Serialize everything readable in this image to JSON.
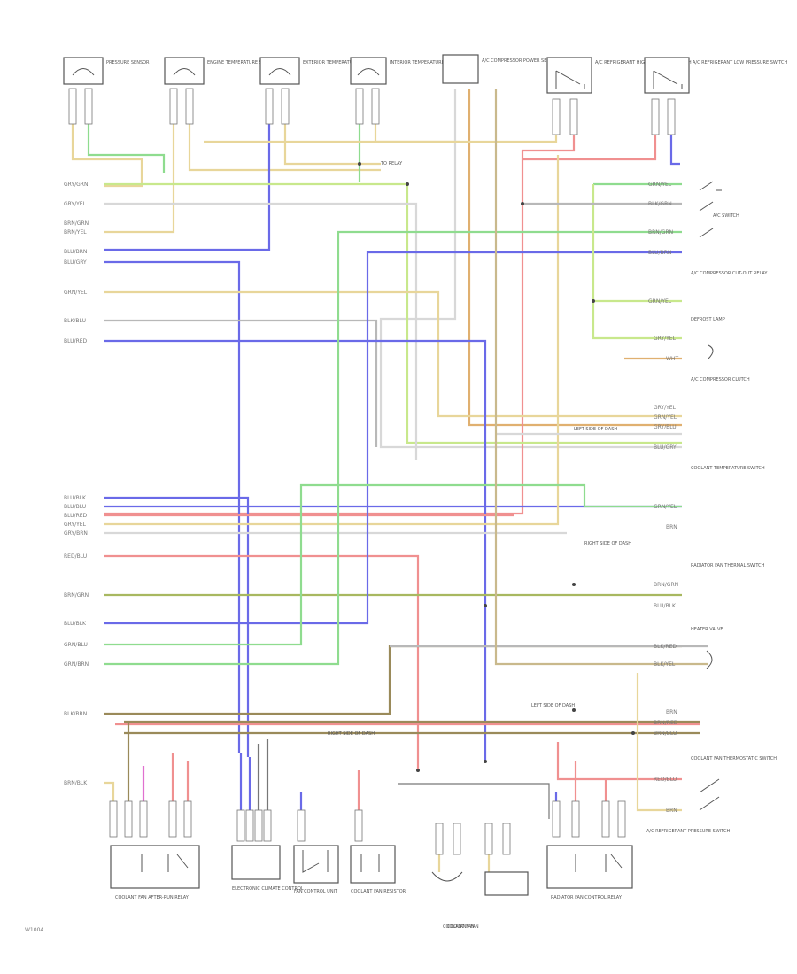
{
  "footer_code": "W1004",
  "colors": {
    "yellow": "#e8d69a",
    "tan": "#c9b98c",
    "green": "#8fdc8f",
    "light_green": "#c8e88c",
    "blue": "#6a6ae8",
    "red": "#f09090",
    "pink": "#e070d0",
    "gray": "#b8b8b8",
    "olive": "#a8b860",
    "brown": "#9a8a5a",
    "orange": "#e0b070",
    "light_gray": "#d8d8d8"
  },
  "components_top": [
    {
      "label": "PRESSURE SENSOR"
    },
    {
      "label": "ENGINE TEMPERATURE SENSOR"
    },
    {
      "label": "EXTERIOR TEMPERATURE SENSOR"
    },
    {
      "label": "INTERIOR TEMPERATURE SENSOR"
    },
    {
      "label": "A/C COMPRESSOR POWER SENSOR"
    },
    {
      "label": "A/C REFRIGERANT HIGH PRESSURE SWITCH"
    },
    {
      "label": "A/C REFRIGERANT LOW PRESSURE SWITCH"
    }
  ],
  "components_bottom": [
    {
      "label": "COOLANT FAN AFTER-RUN RELAY"
    },
    {
      "label": "ELECTRONIC CLIMATE CONTROL"
    },
    {
      "label": "FAN CONTROL UNIT"
    },
    {
      "label": "COOLANT FAN RESISTOR"
    },
    {
      "label": "COOLANT FAN"
    },
    {
      "label": "RADIATOR FAN CONTROL RELAY"
    }
  ],
  "right_labels": [
    {
      "label": "A/C SWITCH"
    },
    {
      "label": "A/C COMPRESSOR CUT-OUT RELAY"
    },
    {
      "label": "DEFROST LAMP"
    },
    {
      "label": "A/C COMPRESSOR CLUTCH"
    },
    {
      "label": "COOLANT TEMPERATURE SWITCH"
    },
    {
      "label": "RADIATOR FAN THERMAL SWITCH"
    },
    {
      "label": "HEATER VALVE"
    },
    {
      "label": "COOLANT FAN THERMOSTATIC SWITCH"
    },
    {
      "label": "A/C REFRIGERANT PRESSURE SWITCH"
    }
  ],
  "left_wires": [
    {
      "code": "GRY/GRN",
      "color": "#c8e88c"
    },
    {
      "code": "GRY/YEL",
      "color": "#d8d8d8"
    },
    {
      "code": "BRN/GRN",
      "color": "#e8d69a"
    },
    {
      "code": "BRN/YEL",
      "color": "#e8d69a"
    },
    {
      "code": "BLU/BRN",
      "color": "#6a6ae8"
    },
    {
      "code": "BLU/GRY",
      "color": "#6a6ae8"
    },
    {
      "code": "GRN/YEL",
      "color": "#e8d69a"
    },
    {
      "code": "BLK/BLU",
      "color": "#b8b8b8"
    },
    {
      "code": "BLU/RED",
      "color": "#6a6ae8"
    },
    {
      "code": "BLU/BLK",
      "color": "#6a6ae8"
    },
    {
      "code": "BLU/BLU",
      "color": "#6a6ae8"
    },
    {
      "code": "BLU/RED",
      "color": "#f09090"
    },
    {
      "code": "GRY/YEL",
      "color": "#e8d69a"
    },
    {
      "code": "GRY/BRN",
      "color": "#d8d8d8"
    },
    {
      "code": "RED/BLU",
      "color": "#f09090"
    },
    {
      "code": "BRN/GRN",
      "color": "#a8b860"
    },
    {
      "code": "BLU/BLK",
      "color": "#6a6ae8"
    },
    {
      "code": "GRN/BLU",
      "color": "#8fdc8f"
    },
    {
      "code": "GRN/BRN",
      "color": "#8fdc8f"
    },
    {
      "code": "BLK/BRN",
      "color": "#9a8a5a"
    },
    {
      "code": "BRN/BLK",
      "color": "#e8d69a"
    }
  ],
  "right_wires": [
    {
      "code": "GRN/YEL",
      "color": "#8fdc8f"
    },
    {
      "code": "BLK/GRN",
      "color": "#b8b8b8"
    },
    {
      "code": "BRN/GRN",
      "color": "#a8b860"
    },
    {
      "code": "BLU/BRN",
      "color": "#6a6ae8"
    },
    {
      "code": "GRN/YEL",
      "color": "#c8e88c"
    },
    {
      "code": "GRY/YEL",
      "color": "#c8e88c"
    },
    {
      "code": "WHT",
      "color": "#e0b070"
    },
    {
      "code": "GRY/YEL",
      "color": "#e8d69a"
    },
    {
      "code": "GRN/YEL",
      "color": "#e8d69a"
    },
    {
      "code": "GRY/BLU",
      "color": "#d8d8d8"
    },
    {
      "code": "BLU/GRY",
      "color": "#b8b8b8"
    },
    {
      "code": "GRN/YEL",
      "color": "#8fdc8f"
    },
    {
      "code": "BRN",
      "color": "#e8d69a"
    },
    {
      "code": "BRN/GRN",
      "color": "#a8b860"
    },
    {
      "code": "BLU/BLK",
      "color": "#6a6ae8"
    },
    {
      "code": "BLK/RED",
      "color": "#b8b8b8"
    },
    {
      "code": "BLK/YEL",
      "color": "#c9b98c"
    },
    {
      "code": "BRN",
      "color": "#9a8a5a"
    },
    {
      "code": "BRN/RED",
      "color": "#f09090"
    },
    {
      "code": "BRN/BLU",
      "color": "#9a8a5a"
    },
    {
      "code": "RED/BLU",
      "color": "#f09090"
    },
    {
      "code": "BRN",
      "color": "#e8d69a"
    }
  ],
  "notes": {
    "to_relay": "TO RELAY",
    "left_side": "LEFT SIDE OF DASH",
    "right_side": "RIGHT SIDE OF DASH",
    "coolant_fan": "COOLANT FAN"
  }
}
